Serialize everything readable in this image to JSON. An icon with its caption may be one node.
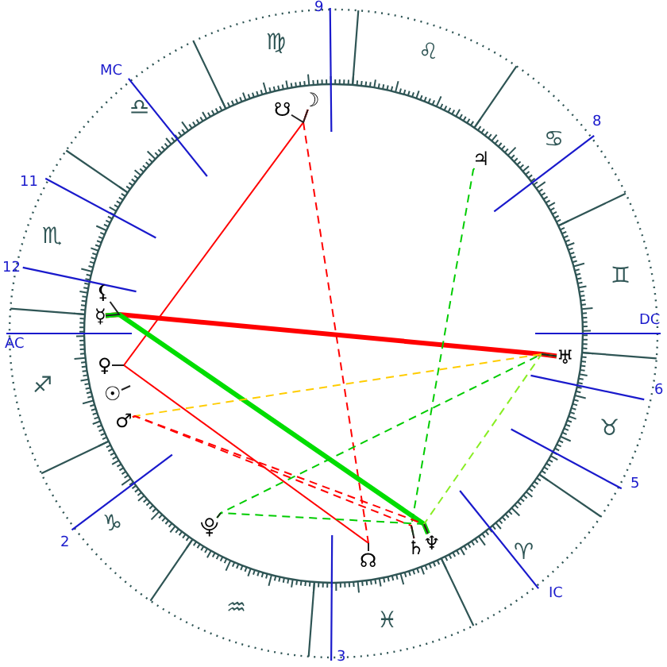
{
  "diagram": {
    "nodes": [
      {
        "text": [
          "☋"
        ]
      },
      {
        "text": [
          "☽"
        ]
      },
      {
        "text": [
          "♃"
        ]
      },
      {
        "text": [
          "⚸"
        ]
      },
      {
        "text": [
          "☿"
        ]
      },
      {
        "text": [
          "♅"
        ]
      },
      {
        "text": [
          "♀"
        ]
      },
      {
        "text": [
          "☉"
        ]
      },
      {
        "text": [
          "♂"
        ]
      },
      {
        "text": [
          "⯓"
        ]
      },
      {
        "text": [
          "♄"
        ]
      },
      {
        "text": [
          "♆"
        ]
      },
      {
        "text": [
          "☊"
        ]
      }
    ],
    "edges": [
      {
        "from": 1,
        "to": 6,
        "arrow": "none"
      },
      {
        "from": 1,
        "to": 12,
        "arrow": "none",
        "style": "dashed"
      },
      {
        "from": 4,
        "to": 5,
        "arrow": "none",
        "style": "thick"
      },
      {
        "from": 4,
        "to": 11,
        "arrow": "none",
        "style": "thick",
        "color": "#00dd00"
      },
      {
        "from": 2,
        "to": 10,
        "arrow": "none",
        "style": "dashed",
        "color": "#00cc00"
      },
      {
        "from": 6,
        "to": 12,
        "arrow": "none"
      },
      {
        "from": 8,
        "to": 5,
        "arrow": "none",
        "style": "dashed",
        "color": "#ffcc00"
      },
      {
        "from": 8,
        "to": 10,
        "arrow": "none",
        "style": "dashed"
      },
      {
        "from": 8,
        "to": 11,
        "arrow": "none",
        "style": "dashed"
      },
      {
        "from": 9,
        "to": 5,
        "arrow": "none",
        "style": "dashed",
        "color": "#00cc00"
      },
      {
        "from": 9,
        "to": 11,
        "arrow": "none",
        "style": "dashed",
        "color": "#00cc00"
      },
      {
        "from": 5,
        "to": 11,
        "arrow": "none",
        "style": "dashed",
        "color": "#88ee22"
      },
      {
        "from": 0,
        "to": 1,
        "arrow": "none",
        "color": "#222222"
      },
      {
        "from": 3,
        "to": 4,
        "arrow": "none",
        "color": "#222222"
      },
      {
        "from": 7,
        "to": null,
        "arrow": "none",
        "color": "#222222"
      }
    ],
    "labels": [
      "9",
      "♍",
      "♌",
      "MC",
      "♎",
      "8",
      "♋",
      "11",
      "♏",
      "12",
      "♊",
      "AC",
      "DC",
      "♐",
      "6",
      "♉",
      "5",
      "♑",
      "2",
      "♈",
      "IC",
      "♒",
      "♓",
      "3"
    ]
  }
}
